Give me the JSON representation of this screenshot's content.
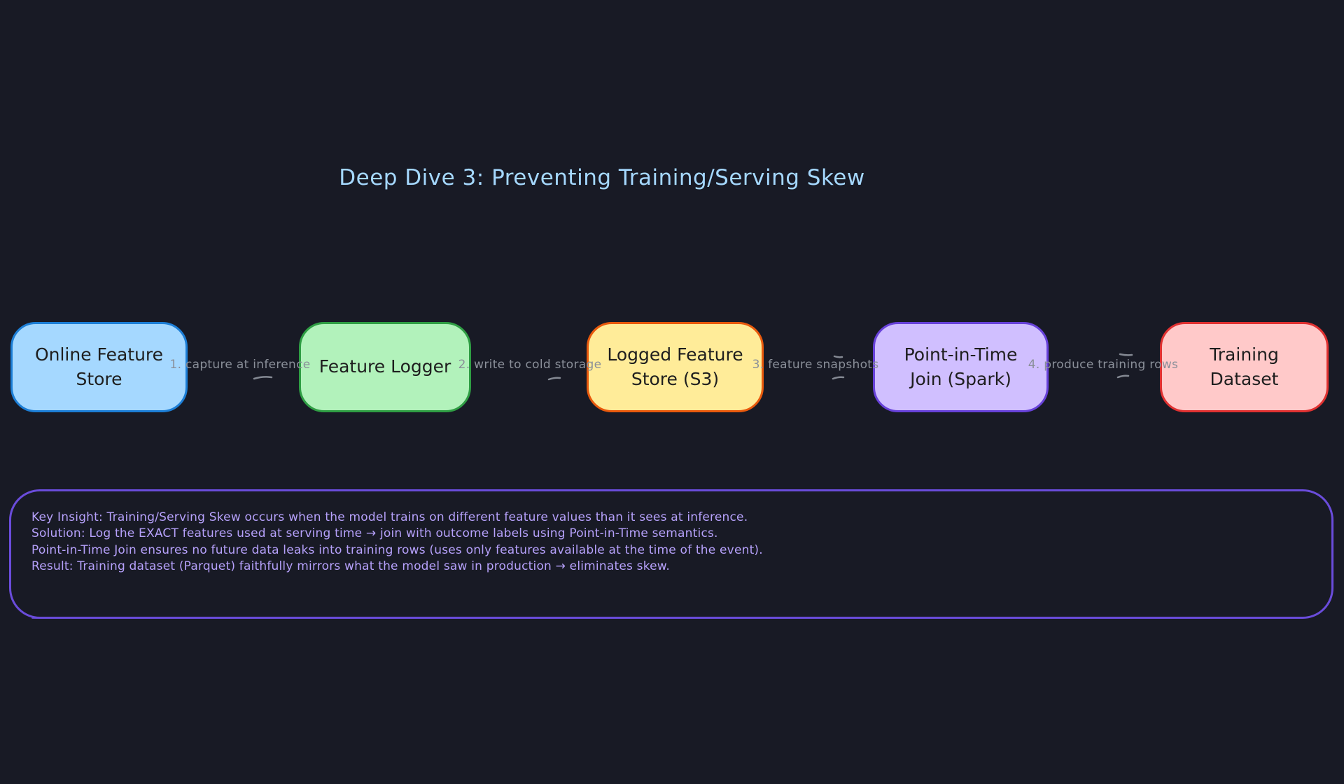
{
  "colors": {
    "background": "#181a25",
    "title": "#a5d8ff",
    "edge_label": "#8a8f99",
    "node_text": "#1e1e1e",
    "panel_border": "#6a4cdb",
    "panel_text": "#b6a1fb"
  },
  "title": "Deep Dive 3: Preventing Training/Serving Skew",
  "flow": {
    "nodes": [
      {
        "label": "Online Feature\nStore",
        "fill": "#a5d8ff",
        "stroke": "#1c7ed6"
      },
      {
        "label": "Feature Logger",
        "fill": "#b2f2bb",
        "stroke": "#2f9e44"
      },
      {
        "label": "Logged Feature\nStore (S3)",
        "fill": "#ffec99",
        "stroke": "#e8590c"
      },
      {
        "label": "Point-in-Time\nJoin (Spark)",
        "fill": "#d0bfff",
        "stroke": "#6741d9"
      },
      {
        "label": "Training\nDataset",
        "fill": "#ffc9c9",
        "stroke": "#e03131"
      }
    ],
    "edges": [
      {
        "label": "1. capture at inference"
      },
      {
        "label": "2. write to cold storage"
      },
      {
        "label": "3. feature snapshots"
      },
      {
        "label": "4. produce training rows"
      }
    ]
  },
  "insight_panel": {
    "lines": [
      "Key Insight: Training/Serving Skew occurs when the model trains on different feature values than it sees at inference.",
      "Solution: Log the EXACT features used at serving time → join with outcome labels using Point-in-Time semantics.",
      "Point-in-Time Join ensures no future data leaks into training rows (uses only features available at the time of the event).",
      "Result: Training dataset (Parquet) faithfully mirrors what the model saw in production → eliminates skew."
    ]
  }
}
